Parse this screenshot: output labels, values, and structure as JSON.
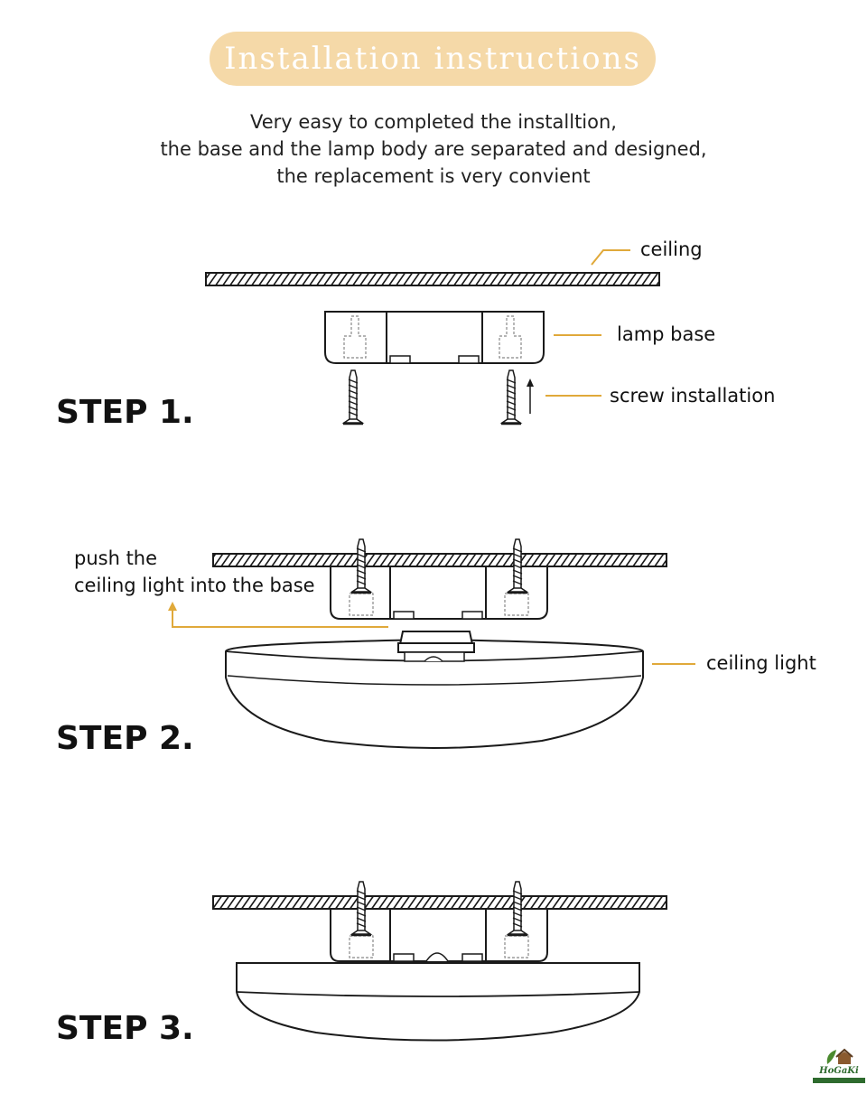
{
  "header": {
    "title": "Installation instructions"
  },
  "intro": {
    "lines": [
      "Very easy to completed the installtion,",
      "the base and the lamp body are separated and designed,",
      "the replacement is very convient"
    ]
  },
  "step1": {
    "label": "STEP 1.",
    "callouts": {
      "ceiling": "ceiling",
      "lamp_base": "lamp base",
      "screw": "screw installation"
    }
  },
  "step2": {
    "label": "STEP 2.",
    "callouts": {
      "push_line1": "push the",
      "push_line2": "ceiling light into the base",
      "ceiling_light": "ceiling light"
    }
  },
  "step3": {
    "label": "STEP 3."
  },
  "colors": {
    "accent": "#e0a93a",
    "pill": "#f5d9a8",
    "line": "#1a1a1a"
  },
  "logo": {
    "name": "HoGaKi"
  }
}
